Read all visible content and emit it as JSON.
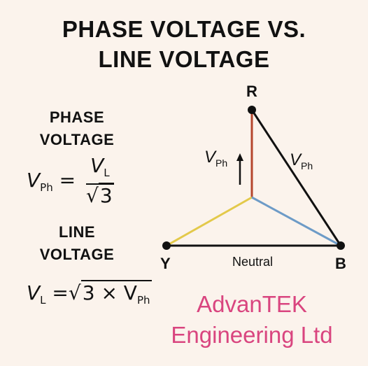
{
  "title": {
    "line1": "PHASE VOLTAGE VS.",
    "line2": "LINE VOLTAGE"
  },
  "phase_section": {
    "heading_line1": "PHASE",
    "heading_line2": "VOLTAGE",
    "formula_lhs": "V",
    "formula_lhs_sub": "Ph",
    "equals": "=",
    "numerator": "V",
    "numerator_sub": "L",
    "sqrt_symbol": "√",
    "denominator": "3"
  },
  "line_section": {
    "heading_line1": "LINE",
    "heading_line2": "VOLTAGE",
    "formula_lhs": "V",
    "formula_lhs_sub": "L",
    "equals": "=",
    "sqrt_symbol": "√",
    "radicand": "3 × V",
    "radicand_sub": "Ph"
  },
  "diagram": {
    "node_r": "R",
    "node_y": "Y",
    "node_b": "B",
    "neutral_label": "Neutral",
    "vph_label": "V",
    "vph_sub": "Ph",
    "vph_edge_label": "V",
    "vph_edge_sub": "Ph",
    "colors": {
      "r_phase": "#b5462d",
      "y_phase": "#e3c94a",
      "b_phase": "#6d9bc7",
      "line": "#111111"
    }
  },
  "brand": {
    "line1": "AdvanTEK",
    "line2": "Engineering Ltd",
    "color": "#d9457f"
  }
}
